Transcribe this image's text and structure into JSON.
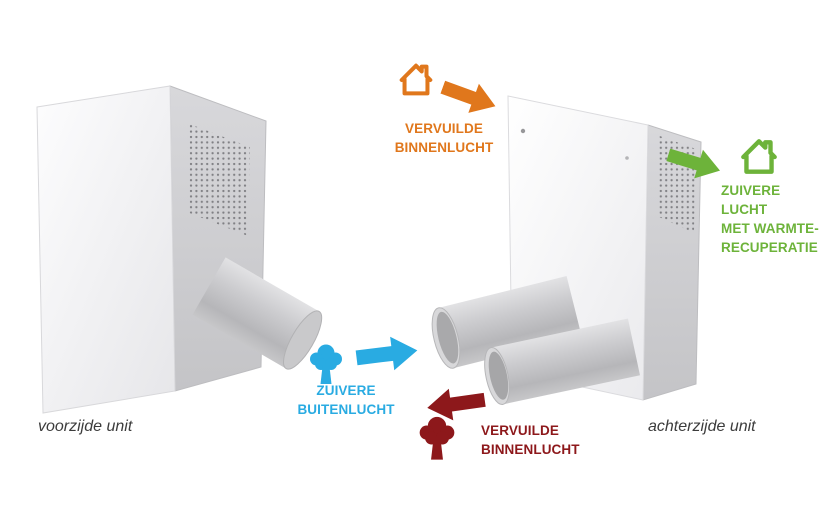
{
  "diagram": {
    "captions": {
      "front_unit": "voorzijde unit",
      "rear_unit": "achterzijde unit"
    },
    "flows": {
      "stale_air_in": {
        "label": "VERVUILDE\nBINNENLUCHT",
        "color": "#e0771c",
        "icon": "house-outline-icon",
        "arrow_direction": "right-down"
      },
      "clean_air_out": {
        "label": "ZUIVERE\nLUCHT\nMET WARMTE-\nRECUPERATIE",
        "color": "#6db33a",
        "icon": "house-outline-icon",
        "arrow_direction": "right-down"
      },
      "fresh_air_in": {
        "label": "ZUIVERE\nBUITENLUCHT",
        "color": "#29abe2",
        "icon": "tree-icon",
        "arrow_direction": "right"
      },
      "stale_air_out": {
        "label": "VERVUILDE\nBINNENLUCHT",
        "color": "#8d181b",
        "icon": "tree-icon",
        "arrow_direction": "left"
      }
    },
    "unit_colors": {
      "body": "#f2f2f4",
      "side_panel": "#cdcdd0",
      "duct": "#c4c4c6",
      "grille_dots": "#808084"
    }
  }
}
